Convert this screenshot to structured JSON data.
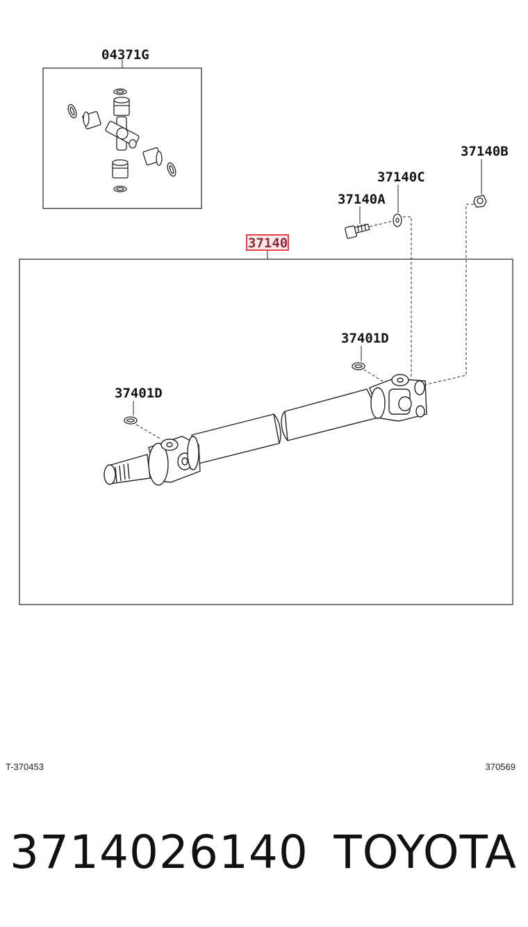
{
  "diagram": {
    "callouts": {
      "ujoint_kit": "04371G",
      "propeller_shaft": "37140",
      "bolt": "37140A",
      "nut": "37140B",
      "washer": "37140C",
      "snap_ring_rear": "37401D",
      "snap_ring_front": "37401D"
    },
    "highlight_color": "#e8404a",
    "ref_left": "T-370453",
    "ref_right": "370569"
  },
  "footer": {
    "part_number": "3714026140",
    "brand": "TOYOTA"
  }
}
